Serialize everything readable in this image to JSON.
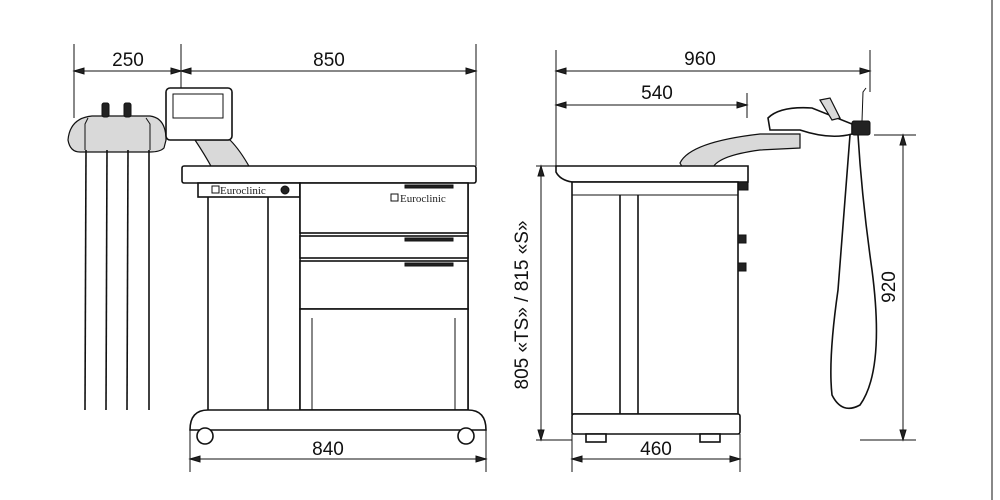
{
  "dimensions": {
    "front_left_width": "250",
    "front_top_width": "850",
    "front_base_width": "840",
    "side_total_width": "960",
    "side_arm_width": "540",
    "side_height_label": "805 «TS»  /  815 «S»",
    "side_total_height": "920",
    "side_base_depth": "460"
  },
  "brand": {
    "front_panel": "Euroclinic",
    "drawer": "Euroclinic"
  }
}
